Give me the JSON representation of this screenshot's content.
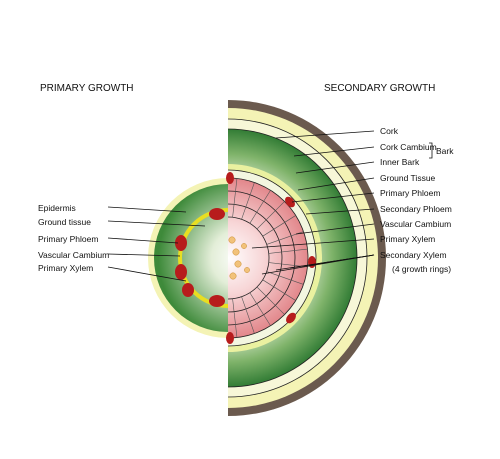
{
  "headings": {
    "primary": "PRIMARY GROWTH",
    "secondary": "SECONDARY GROWTH"
  },
  "primary_labels": [
    "Epidermis",
    "Ground tissue",
    "Primary Phloem",
    "Vascular Cambium",
    "Primary Xylem"
  ],
  "secondary_labels": [
    "Cork",
    "Cork Cambium",
    "Inner Bark",
    "Ground Tissue",
    "Primary Phloem",
    "Secondary Phloem",
    "Vascular Cambium",
    "Primary Xylem",
    "Secondary Xylem",
    "(4 growth rings)"
  ],
  "bark_label": "Bark",
  "colors": {
    "cork": "#6b5a4e",
    "outer_ring": "#f4f3b5",
    "green_dark": "#3f8a3a",
    "green_light": "#dcebc8",
    "cambium_yellow": "#e8de22",
    "phloem_red": "#b71c1c",
    "xylem_pink": "#e89a9c",
    "xylem_light": "#f6d9da",
    "xylem_dot": "#f2c27a"
  }
}
